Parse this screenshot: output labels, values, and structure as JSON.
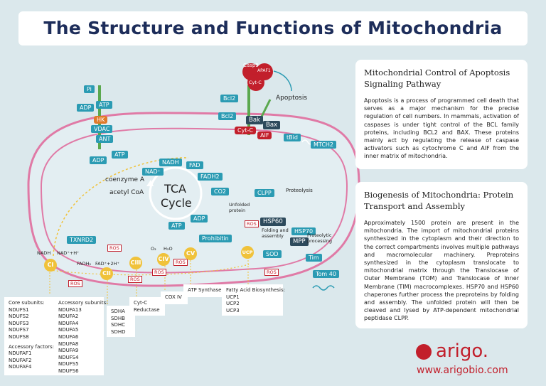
{
  "title": "The Structure and Functions of Mitochondria",
  "apoptosis_panel": {
    "heading": "Mitochondrial Control of Apoptosis Signaling Pathway",
    "body": "Apoptosis is a process of programmed cell death that serves as a major mechanism for the precise regulation of cell numbers. In mammals, activation of caspases is under tight control of the BCL family proteins, including BCL2 and BAX. These proteins mainly act by regulating the release of caspase activators such as cytochrome C and AIF from the inner matrix of mitochondria."
  },
  "biogenesis_panel": {
    "heading": "Biogenesis of Mitochondria: Protein Transport and Assembly",
    "body": "Approximately 1500 protein are present in the mitochondria. The import of mitochondrial proteins synthesized in the cytoplasm and their direction to the correct compartments involves multiple pathways and macromolecular machinery. Preproteins synthesized in the cytoplasm translocate to mitochondrial matrix through the Translocase of Outer Membrane (TOM) and Translocase of Inner Membrane (TIM) macrocomplexes. HSP70 and HSP60 chaperones further process the preproteins by folding and assembly. The unfolded protein will then be cleaved and lysed by ATP-dependent mitochondrial peptidase CLPP."
  },
  "diagram": {
    "pi": "Pi",
    "adp_top": "ADP",
    "atp_top": "ATP",
    "hk": "HK",
    "vdac": "VDAC",
    "ant": "ANT",
    "adp_bottom": "ADP",
    "atp_bottom": "ATP",
    "casp9": "Casp9",
    "apaf1": "APAF1",
    "cytc_top": "Cyt-C",
    "apoptosis": "Apoptosis",
    "bcl2_a": "Bcl2",
    "bcl2_b": "Bcl2",
    "bak": "Bak",
    "bax": "Bax",
    "cytc_mid": "Cyt-C",
    "aif": "AIF",
    "tbid": "tBid",
    "mtch2": "MTCH2",
    "nadh": "NADH",
    "fad": "FAD",
    "nad": "NAD⁺",
    "fadh2": "FADH2",
    "coenzyme_a": "coenzyme A",
    "acetyl_coa": "acetyl CoA",
    "tca_1": "TCA",
    "tca_2": "Cycle",
    "co2": "CO2",
    "adp_tca": "ADP",
    "atp_tca": "ATP",
    "prohibitin": "Prohibitin",
    "clpp": "CLPP",
    "proteolysis": "Proteolysis",
    "unfolded_protein": "Unfolded protein",
    "hsp60": "HSP60",
    "folding_assembly": "Folding and assembly",
    "hsp70": "HSP70",
    "mpp": "MPP",
    "proteolytic_processing": "Proteolytic processing",
    "tim": "Tim",
    "tom40": "Tom 40",
    "sod": "SOD",
    "txnrd2": "TXNRD2",
    "ros_labels": [
      "ROS",
      "ROS",
      "ROS",
      "ROS",
      "ROS",
      "ROS",
      "ROS"
    ],
    "nadh_eq": "NADH",
    "nad_h": "NAD⁺+H⁺",
    "fadh2_eq": "FADH₂",
    "fad_2h": "FAD⁺+2H⁺",
    "o2": "O₂",
    "h2o": "H₂O",
    "ci": "CI",
    "cii": "CII",
    "ciii": "CIII",
    "civ": "CIV",
    "cv": "CV",
    "ucp": "UCP"
  },
  "boxes": {
    "core_title": "Core subunits:",
    "core": [
      "NDUFS1",
      "NDUFS2",
      "NDUFS3",
      "NDUFS7",
      "NDUFS8"
    ],
    "accessory_factors_title": "Accessory factors:",
    "accessory_factors": [
      "NDUFAF1",
      "NDUFAF2",
      "NDUFAF4"
    ],
    "accessory_subunits_title": "Accessory subunits:",
    "accessory_subunits": [
      "NDUFA13",
      "NDUFA2",
      "NDUFA4",
      "NDUFA5",
      "NDUFA6",
      "NDUFA8",
      "NDUFA9",
      "NDUFS4",
      "NDUFS5",
      "NDUFS6"
    ],
    "sdh": [
      "SDHA",
      "SDHB",
      "SDHC",
      "SDHD"
    ],
    "cytc_reductase_1": "Cyt-C",
    "cytc_reductase_2": "Reductase",
    "cox": "COX IV",
    "atp_synthase": "ATP Synthase",
    "fatty_title": "Fatty Acid Biosynthesis:",
    "fatty": [
      "UCP1",
      "UCP2",
      "UCP3"
    ]
  },
  "brand": {
    "logo_text": "arigo.",
    "url": "www.arigobio.com"
  }
}
